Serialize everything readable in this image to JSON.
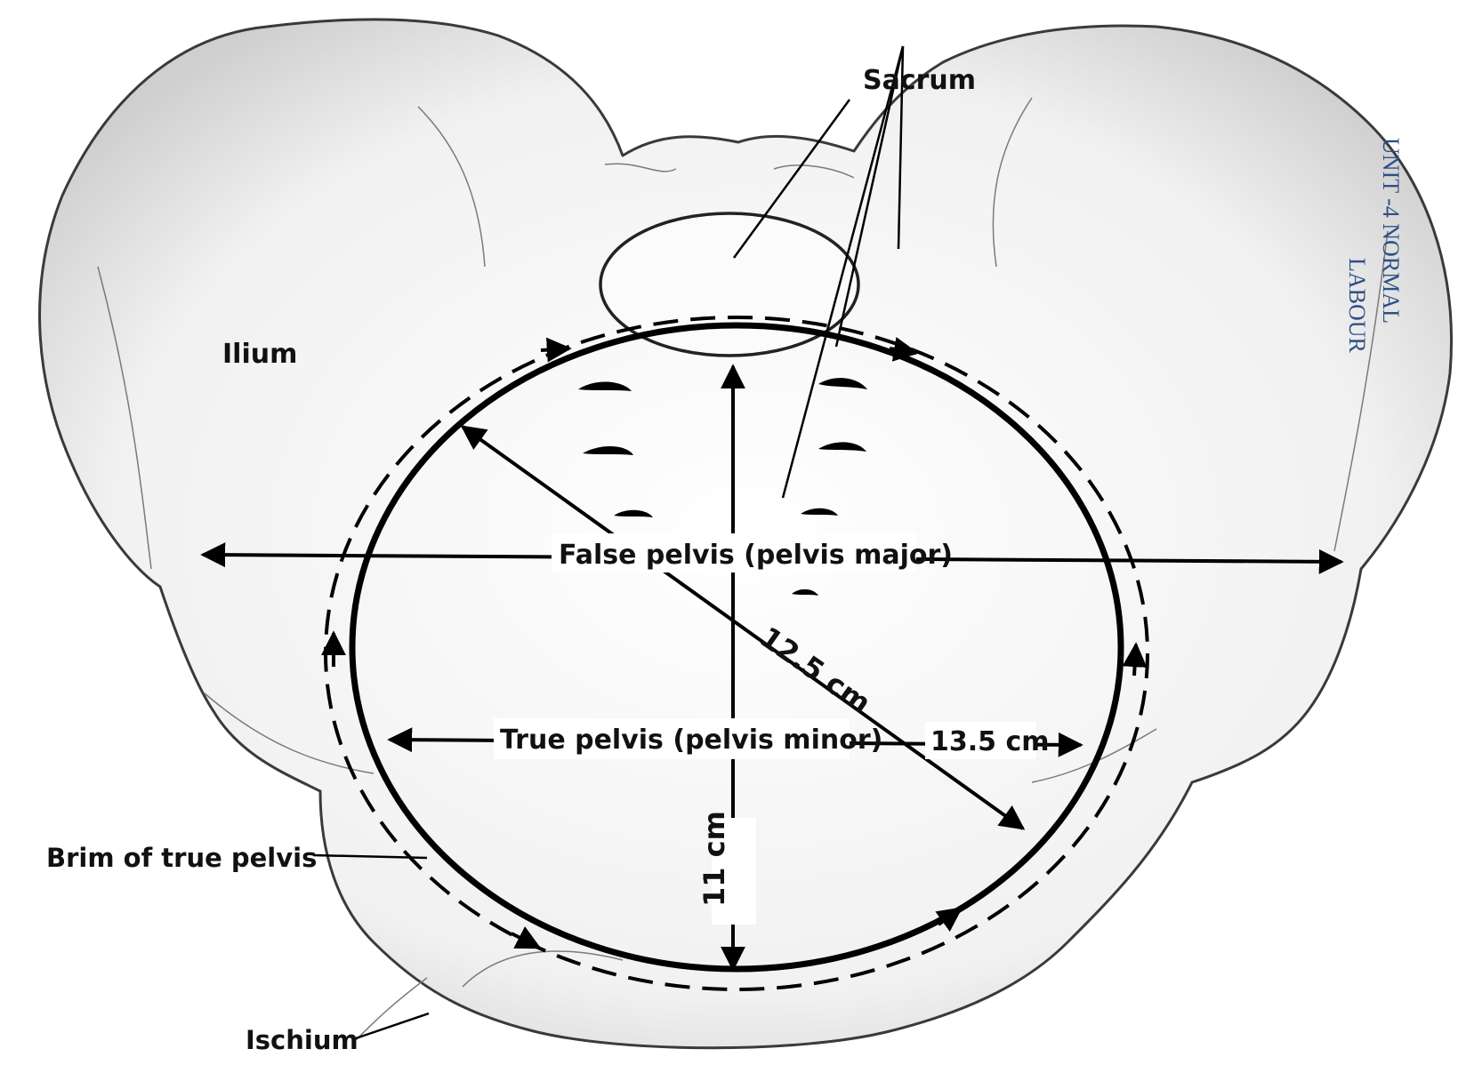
{
  "labels": {
    "sacrum": "Sacrum",
    "ilium": "Ilium",
    "false_pelvis": "False pelvis (pelvis major)",
    "true_pelvis": "True pelvis (pelvis minor)",
    "brim": "Brim of true pelvis",
    "ischium": "Ischium",
    "diameter_oblique": "12.5 cm",
    "diameter_transverse": "13.5 cm",
    "diameter_ap": "11 cm"
  },
  "side_text": {
    "line1": "UNIT -4 NORMAL",
    "line2": "LABOUR"
  },
  "colors": {
    "ink": "#000000",
    "bone_outline": "#3a3a3a",
    "bone_shading": "#d9d9d9",
    "side_text": "#2f4f86"
  }
}
